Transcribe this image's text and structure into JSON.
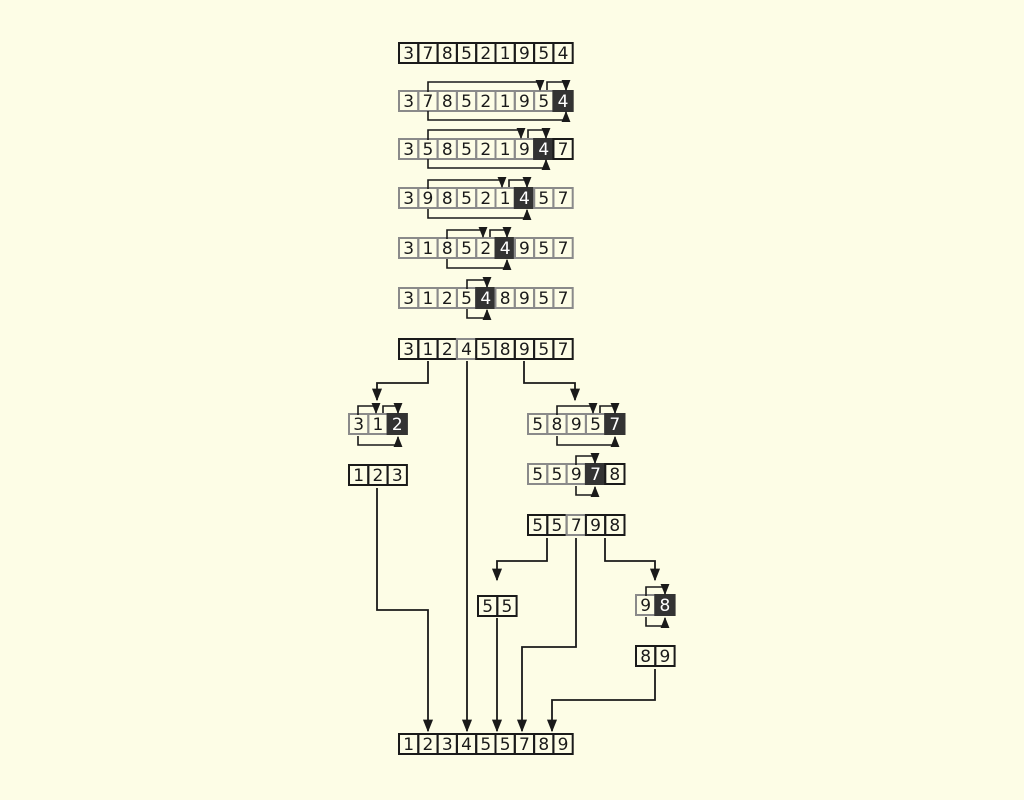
{
  "colors": {
    "background": "#fdfde6",
    "border_active": "#1a1a1a",
    "border_inactive": "#8a8a8a",
    "pivot_fill": "#333333",
    "pivot_text": "#ffffff",
    "text": "#1a1a1a",
    "line": "#1a1a1a"
  },
  "arrays": [
    {
      "id": "r0",
      "values": [
        "3",
        "7",
        "8",
        "5",
        "2",
        "1",
        "9",
        "5",
        "4"
      ],
      "states": [
        "n",
        "n",
        "n",
        "n",
        "n",
        "n",
        "n",
        "n",
        "n"
      ]
    },
    {
      "id": "r1",
      "values": [
        "3",
        "7",
        "8",
        "5",
        "2",
        "1",
        "9",
        "5",
        "4"
      ],
      "states": [
        "g",
        "g",
        "g",
        "g",
        "g",
        "g",
        "g",
        "g",
        "p"
      ]
    },
    {
      "id": "r2",
      "values": [
        "3",
        "5",
        "8",
        "5",
        "2",
        "1",
        "9",
        "4",
        "7"
      ],
      "states": [
        "g",
        "g",
        "g",
        "g",
        "g",
        "g",
        "g",
        "p",
        "n"
      ]
    },
    {
      "id": "r3",
      "values": [
        "3",
        "9",
        "8",
        "5",
        "2",
        "1",
        "4",
        "5",
        "7"
      ],
      "states": [
        "g",
        "g",
        "g",
        "g",
        "g",
        "g",
        "p",
        "g",
        "g"
      ]
    },
    {
      "id": "r4",
      "values": [
        "3",
        "1",
        "8",
        "5",
        "2",
        "4",
        "9",
        "5",
        "7"
      ],
      "states": [
        "g",
        "g",
        "g",
        "g",
        "g",
        "p",
        "g",
        "g",
        "g"
      ]
    },
    {
      "id": "r5",
      "values": [
        "3",
        "1",
        "2",
        "5",
        "4",
        "8",
        "9",
        "5",
        "7"
      ],
      "states": [
        "g",
        "g",
        "g",
        "g",
        "p",
        "g",
        "g",
        "g",
        "g"
      ]
    },
    {
      "id": "r6",
      "values": [
        "3",
        "1",
        "2",
        "4",
        "5",
        "8",
        "9",
        "5",
        "7"
      ],
      "states": [
        "n",
        "n",
        "n",
        "f",
        "n",
        "n",
        "n",
        "n",
        "n"
      ]
    },
    {
      "id": "l1",
      "values": [
        "3",
        "1",
        "2"
      ],
      "states": [
        "g",
        "g",
        "p"
      ]
    },
    {
      "id": "l2",
      "values": [
        "1",
        "2",
        "3"
      ],
      "states": [
        "n",
        "n",
        "n"
      ]
    },
    {
      "id": "rr1",
      "values": [
        "5",
        "8",
        "9",
        "5",
        "7"
      ],
      "states": [
        "g",
        "g",
        "g",
        "g",
        "p"
      ]
    },
    {
      "id": "rr2",
      "values": [
        "5",
        "5",
        "9",
        "7",
        "8"
      ],
      "states": [
        "g",
        "g",
        "g",
        "p",
        "n"
      ]
    },
    {
      "id": "rr3",
      "values": [
        "5",
        "5",
        "7",
        "9",
        "8"
      ],
      "states": [
        "n",
        "n",
        "f",
        "n",
        "n"
      ]
    },
    {
      "id": "a1",
      "values": [
        "5",
        "5"
      ],
      "states": [
        "n",
        "n"
      ]
    },
    {
      "id": "b1",
      "values": [
        "9",
        "8"
      ],
      "states": [
        "g",
        "p"
      ]
    },
    {
      "id": "b2",
      "values": [
        "8",
        "9"
      ],
      "states": [
        "n",
        "n"
      ]
    },
    {
      "id": "final",
      "values": [
        "1",
        "2",
        "3",
        "4",
        "5",
        "5",
        "7",
        "8",
        "9"
      ],
      "states": [
        "n",
        "n",
        "n",
        "n",
        "n",
        "n",
        "n",
        "n",
        "n"
      ]
    }
  ]
}
